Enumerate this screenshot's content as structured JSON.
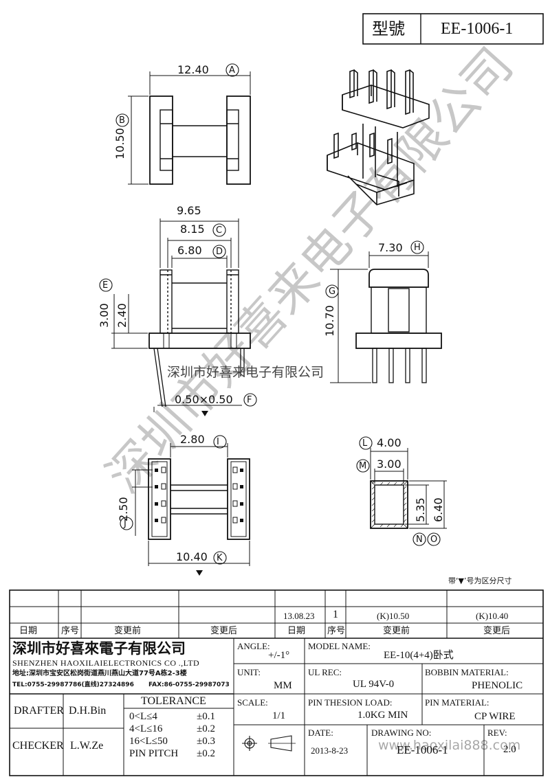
{
  "title_block_top": {
    "label": "型號",
    "model": "EE-1006-1"
  },
  "dims": {
    "a": "12.40",
    "b": "10.50",
    "c": "9.65",
    "d": "8.15",
    "e": "6.80",
    "f": "3.00",
    "g": "2.40",
    "h": "0.50×0.50",
    "i": "7.30",
    "j": "10.70",
    "k": "2.80",
    "l": "2.50",
    "m": "10.40",
    "n": "4.00",
    "o": "3.00",
    "p": "5.35",
    "q": "6.40"
  },
  "circles": {
    "A": "A",
    "B": "B",
    "C": "C",
    "D": "D",
    "E": "E",
    "F": "F",
    "G": "G",
    "H": "H",
    "I": "I",
    "J": "J",
    "K": "K",
    "L": "L",
    "M": "M",
    "N": "N",
    "O": "O"
  },
  "watermark": {
    "main": "深圳市好喜来电子有限公司",
    "sub": "深圳市好喜来电子有限公司",
    "url": "www.haoxilai888.com"
  },
  "note": "带‘▼’号为区分尺寸",
  "revision": {
    "date": "13.08.23",
    "seq": "1",
    "before": "(K)10.50",
    "after": "(K)10.40",
    "h_date": "日期",
    "h_seq": "序号",
    "h_before": "变更前",
    "h_after": "变更后"
  },
  "company": {
    "name_cn": "深圳市好喜來電子有限公司",
    "name_en": "SHENZHEN HAOXILAIELECTRONICS CO .,LTD",
    "address": "地址:深圳市宝安区松岗街道燕川燕山大道77号A栋2-3楼",
    "tel": "TEL:0755-29987786(直线)27324896",
    "fax": "FAX:86-0755-29987073"
  },
  "fields": {
    "angle_label": "ANGLE:",
    "angle_value": "+/-1°",
    "model_label": "MODEL NAME:",
    "model_value": "EE-10(4+4)卧式",
    "unit_label": "UNIT:",
    "unit_value": "MM",
    "ul_label": "UL REC:",
    "ul_value": "UL 94V-0",
    "bobbin_label": "BOBBIN MATERIAL:",
    "bobbin_value": "PHENOLIC",
    "scale_label": "SCALE:",
    "scale_value": "1/1",
    "pin_load_label": "PIN THESION LOAD:",
    "pin_load_value": "1.0KG MIN",
    "pin_mat_label": "PIN MATERIAL:",
    "pin_mat_value": "CP  WIRE",
    "date_label": "DATE:",
    "date_value": "2013-8-23",
    "drawing_label": "DRAWING NO:",
    "drawing_value": "EE-1006-1",
    "rev_label": "REV:",
    "rev_value": "2.0"
  },
  "people": {
    "drafter_label": "DRAFTER",
    "drafter": "D.H.Bin",
    "checker_label": "CHECKER",
    "checker": "L.W.Ze"
  },
  "tolerance": {
    "title": "TOLERANCE",
    "rows": [
      {
        "range": "0<L≤4",
        "tol": "±0.1"
      },
      {
        "range": "4<L≤16",
        "tol": "±0.2"
      },
      {
        "range": "16<L≤50",
        "tol": "±0.3"
      },
      {
        "range": "PIN PITCH",
        "tol": "±0.2"
      }
    ]
  }
}
